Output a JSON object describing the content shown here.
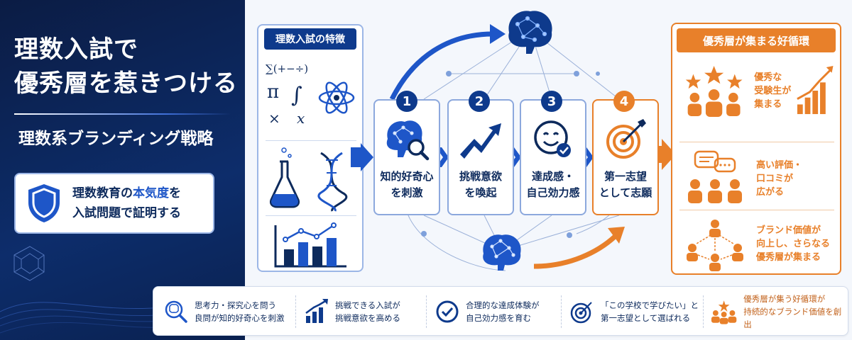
{
  "left": {
    "title_line1": "理数入試で",
    "title_line2": "優秀層を惹きつける",
    "subtitle": "理数系ブランディング戦略",
    "proof_pre": "理数教育の",
    "proof_highlight": "本気度",
    "proof_post": "を",
    "proof_line2": "入試問題で証明する"
  },
  "features": {
    "header": "理数入試の特徴",
    "math_symbols": "∑(+−÷)",
    "pi": "π",
    "integral": "∫",
    "times": "×",
    "x": "x"
  },
  "steps": [
    {
      "num": "1",
      "line1": "知的好奇心",
      "line2": "を刺激"
    },
    {
      "num": "2",
      "line1": "挑戦意欲",
      "line2": "を喚起"
    },
    {
      "num": "3",
      "line1": "達成感・",
      "line2": "自己効力感"
    },
    {
      "num": "4",
      "line1": "第一志望",
      "line2": "として志願"
    }
  ],
  "cycle": {
    "header": "優秀層が集まる好循環",
    "items": [
      {
        "lines": [
          "優秀な",
          "受験生が",
          "集まる"
        ]
      },
      {
        "lines": [
          "高い評価・",
          "口コミが",
          "広がる"
        ]
      },
      {
        "lines": [
          "ブランド価値が",
          "向上し、さらなる",
          "優秀層が集まる"
        ]
      }
    ]
  },
  "bottom": [
    {
      "line1": "思考力・探究心を問う",
      "line2": "良問が知的好奇心を刺激"
    },
    {
      "line1": "挑戦できる入試が",
      "line2": "挑戦意欲を高める"
    },
    {
      "line1": "合理的な達成体験が",
      "line2": "自己効力感を育む"
    },
    {
      "line1": "「この学校で学びたい」と",
      "line2": "第一志望として選ばれる"
    },
    {
      "line1": "優秀層が集う好循環が",
      "line2": "持続的なブランド価値を創出"
    }
  ],
  "colors": {
    "navy": "#0e3a8c",
    "blue": "#1e56c8",
    "orange": "#e8802a"
  }
}
